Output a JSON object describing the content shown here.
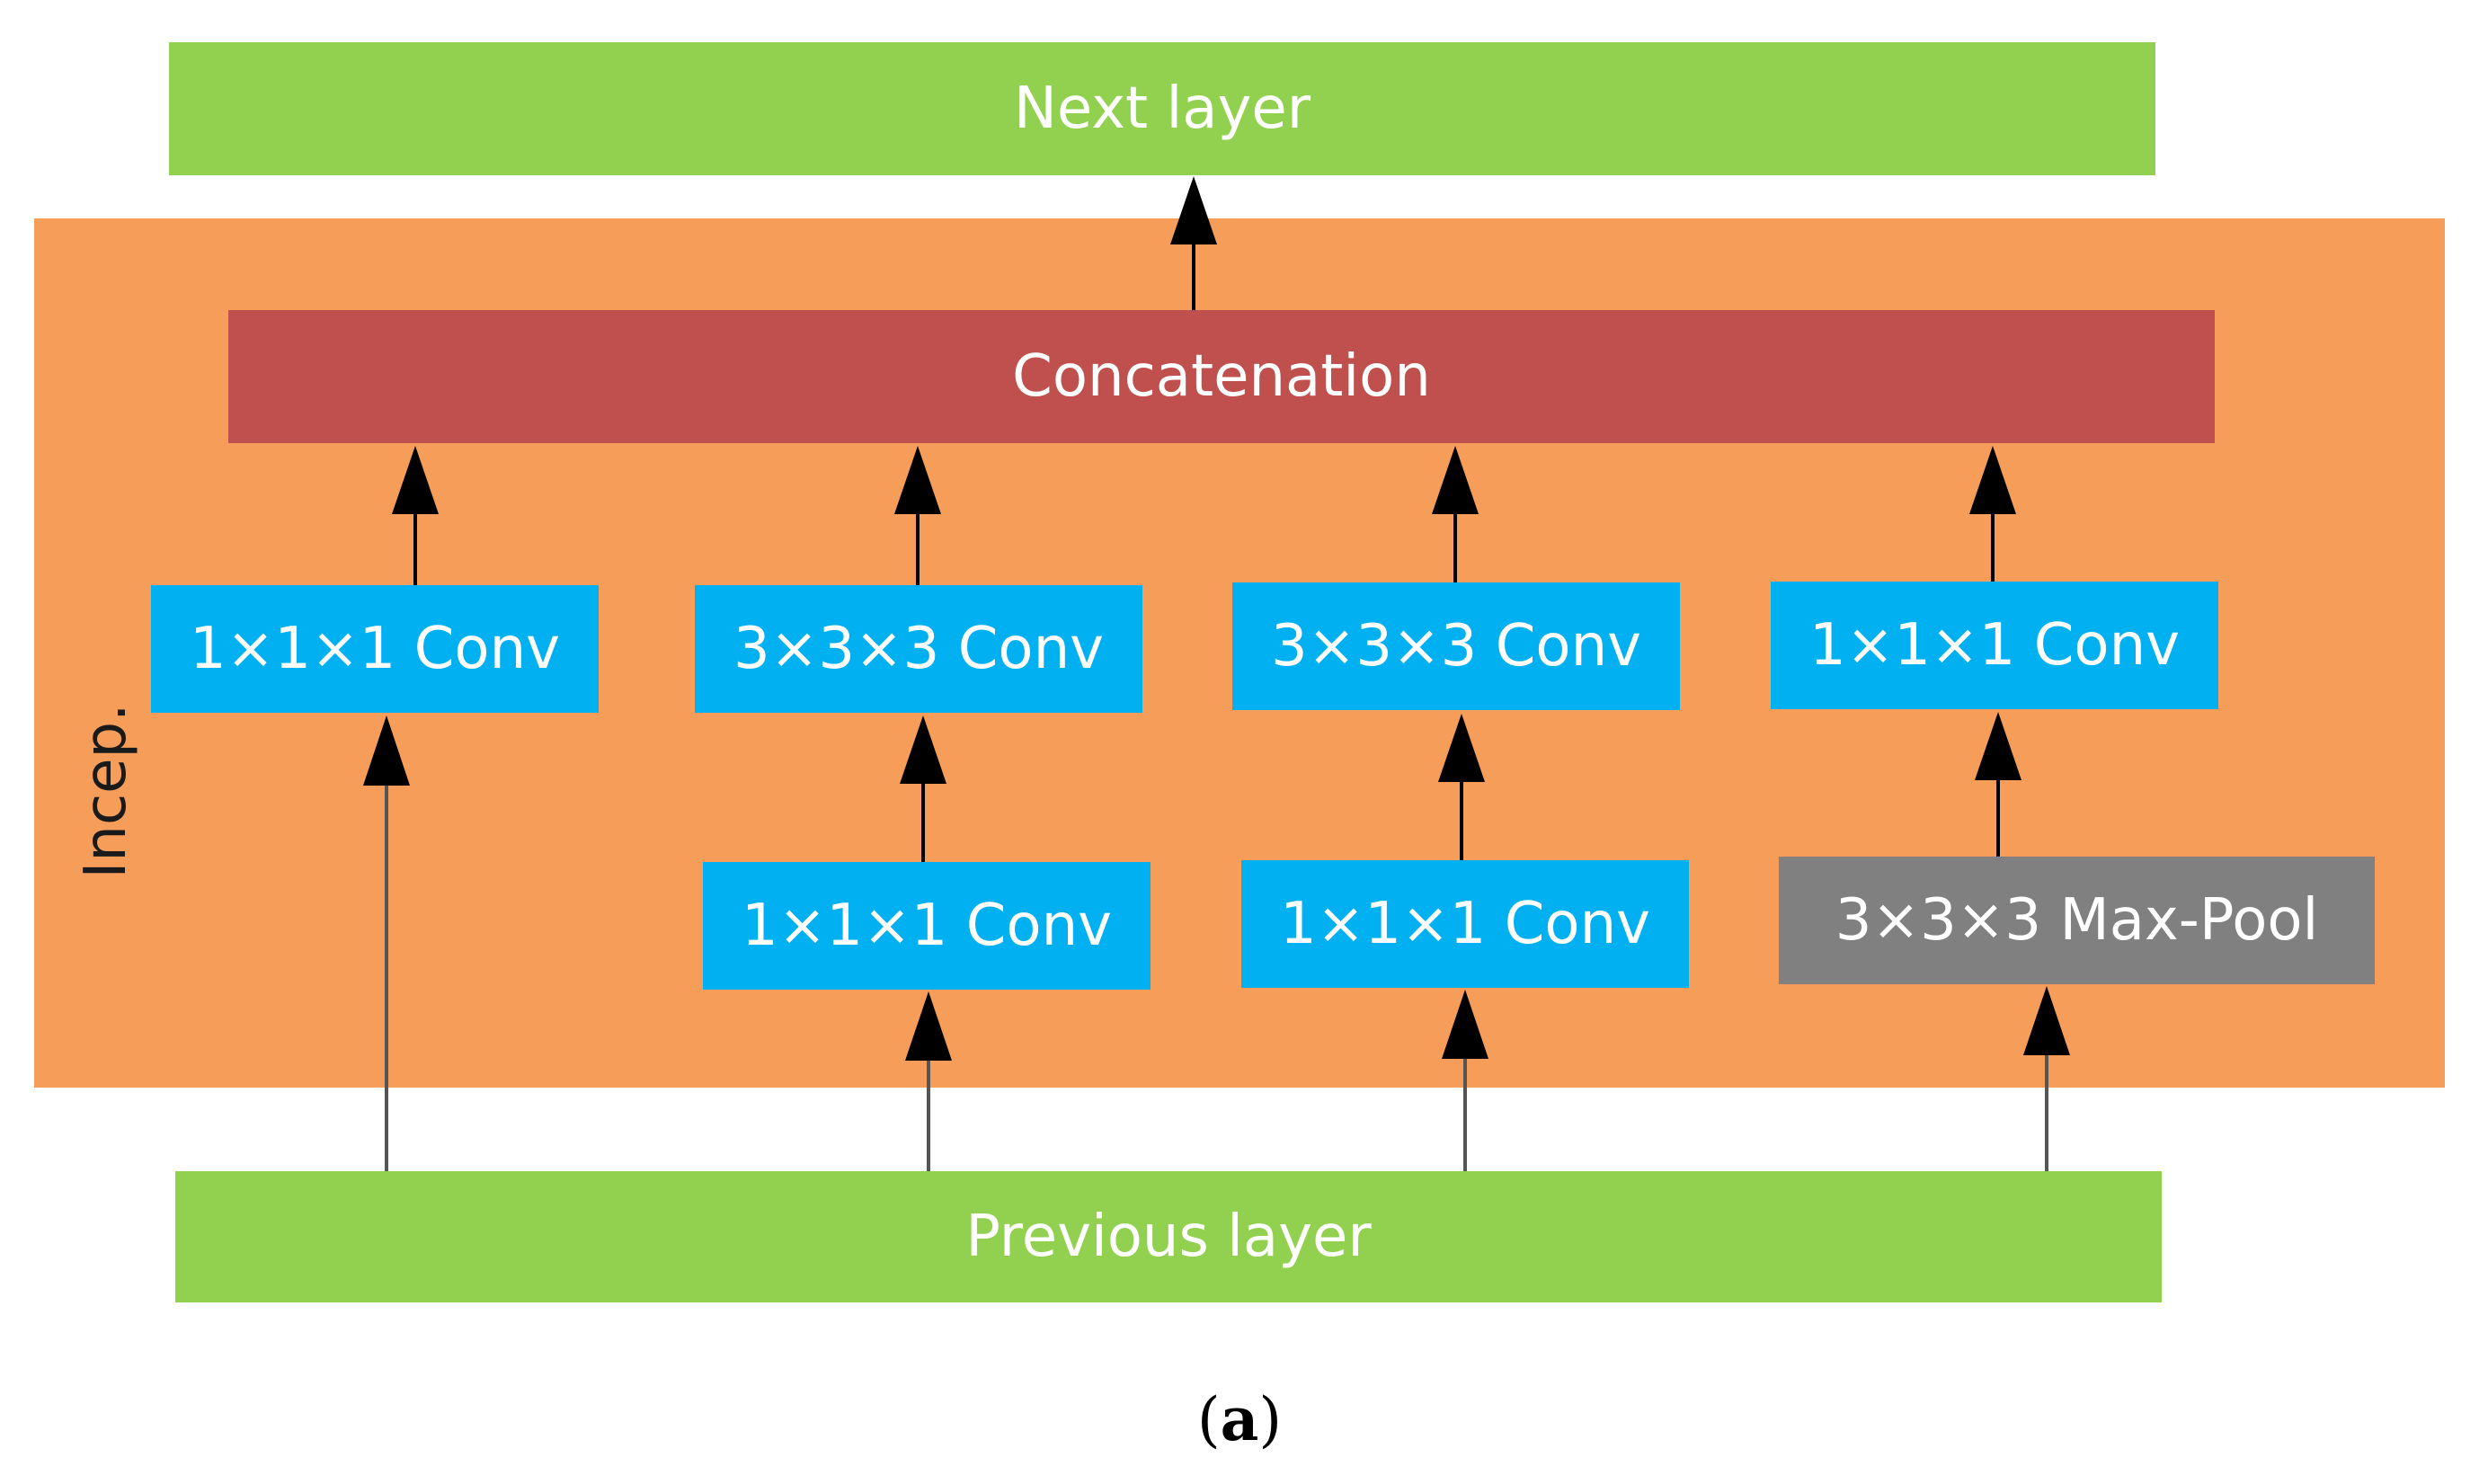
{
  "diagram": {
    "next_layer": "Next layer",
    "concatenation": "Concatenation",
    "inception_label": "Incep.",
    "branches": [
      {
        "top": "1×1×1 Conv"
      },
      {
        "top": "3×3×3 Conv",
        "bottom": "1×1×1 Conv"
      },
      {
        "top": "3×3×3 Conv",
        "bottom": "1×1×1 Conv"
      },
      {
        "top": "1×1×1 Conv",
        "bottom": "3×3×3 Max-Pool"
      }
    ],
    "previous_layer": "Previous layer",
    "caption_open": "(",
    "caption_letter": "a",
    "caption_close": ")"
  },
  "colors": {
    "layer": "#92d050",
    "inception_block": "#f59d59",
    "concatenation": "#c0504d",
    "conv": "#00b0f0",
    "pool": "#808080",
    "arrow": "#000000"
  }
}
